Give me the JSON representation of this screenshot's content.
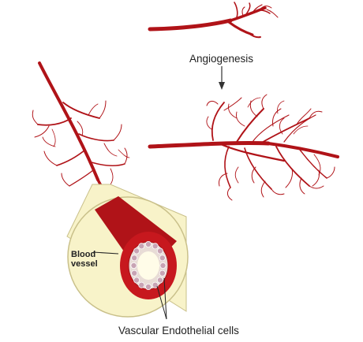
{
  "labels": {
    "process": "Angiogenesis",
    "vessel_line1": "Blood",
    "vessel_line2": "vessel",
    "cells": "Vascular Endothelial cells"
  },
  "colors": {
    "vessel": "#b01318",
    "vessel_light": "#d22a2f",
    "magnifier_fill": "#f8f3c9",
    "magnifier_stroke": "#c9c08a",
    "lumen": "#fffce8",
    "cell": "#c8a4b4",
    "text": "#222222"
  }
}
